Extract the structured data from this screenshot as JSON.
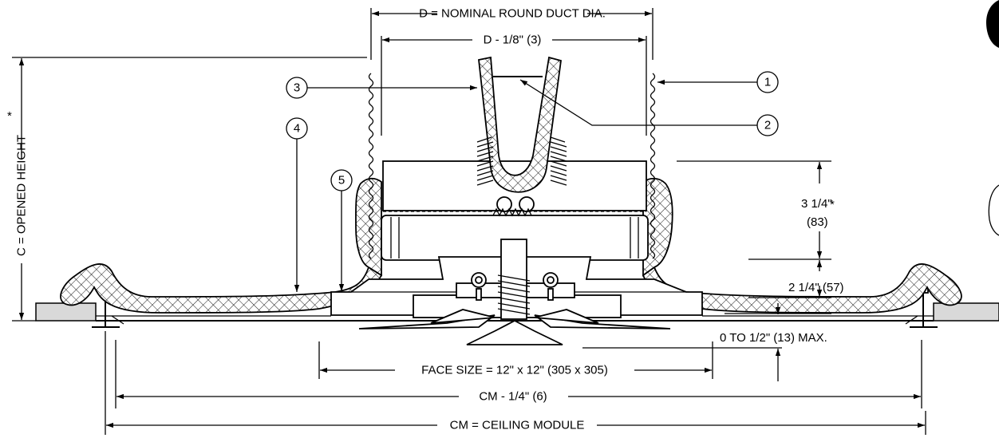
{
  "dimensions": {
    "duct_nominal": "D = NOMINAL ROUND DUCT DIA.",
    "duct_inner": "D - 1/8\" (3)",
    "opened_height": "C = OPENED HEIGHT",
    "asterisk": "*",
    "h1_line1": "3 1/4\"",
    "h1_line2": "(83)",
    "h2": "2 1/4\" (57)",
    "max_gap": "0 TO 1/2\" (13) MAX.",
    "face_size": "FACE SIZE = 12\" x 12\" (305 x 305)",
    "cm_minus": "CM - 1/4\" (6)",
    "ceiling_module": "CM = CEILING MODULE"
  },
  "callouts": [
    "1",
    "2",
    "3",
    "4",
    "5"
  ]
}
